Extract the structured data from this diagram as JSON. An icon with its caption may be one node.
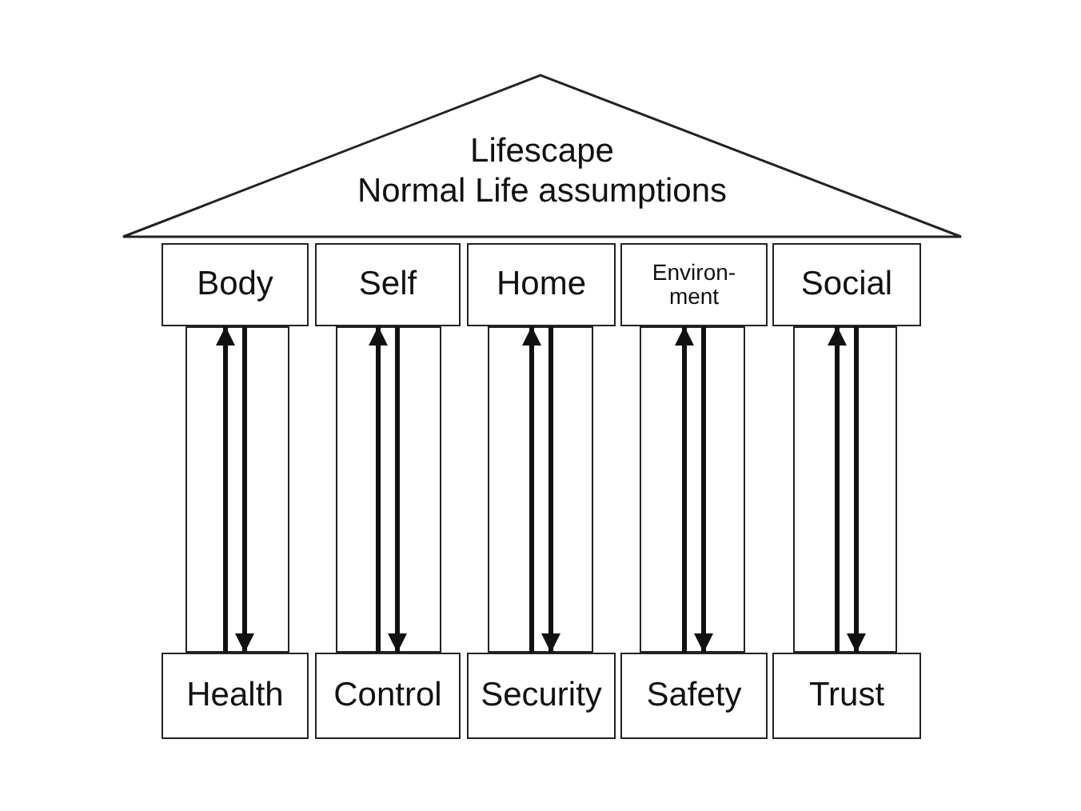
{
  "diagram": {
    "nodes": [
      {
        "text": [
          "Lifescape",
          "Normal Life assumptions"
        ]
      },
      {
        "text": [
          "Body"
        ]
      },
      {
        "text": [
          "Self"
        ]
      },
      {
        "text": [
          "Home"
        ]
      },
      {
        "text": [
          "Environ- ment"
        ]
      },
      {
        "text": [
          "Social"
        ]
      },
      {
        "text": [
          "Health"
        ]
      },
      {
        "text": [
          "Control"
        ]
      },
      {
        "text": [
          "Security"
        ]
      },
      {
        "text": [
          "Safety"
        ]
      },
      {
        "text": [
          "Trust"
        ]
      }
    ],
    "edges": [
      {
        "from": 6,
        "to": 1,
        "arrow": "to"
      },
      {
        "from": 1,
        "to": 6,
        "arrow": "to"
      },
      {
        "from": 7,
        "to": 2,
        "arrow": "to"
      },
      {
        "from": 2,
        "to": 7,
        "arrow": "to"
      },
      {
        "from": 8,
        "to": 3,
        "arrow": "to"
      },
      {
        "from": 3,
        "to": 8,
        "arrow": "to"
      },
      {
        "from": 9,
        "to": 4,
        "arrow": "to"
      },
      {
        "from": 4,
        "to": 9,
        "arrow": "to"
      },
      {
        "from": 10,
        "to": 5,
        "arrow": "to"
      },
      {
        "from": 5,
        "to": 10,
        "arrow": "to"
      }
    ]
  }
}
